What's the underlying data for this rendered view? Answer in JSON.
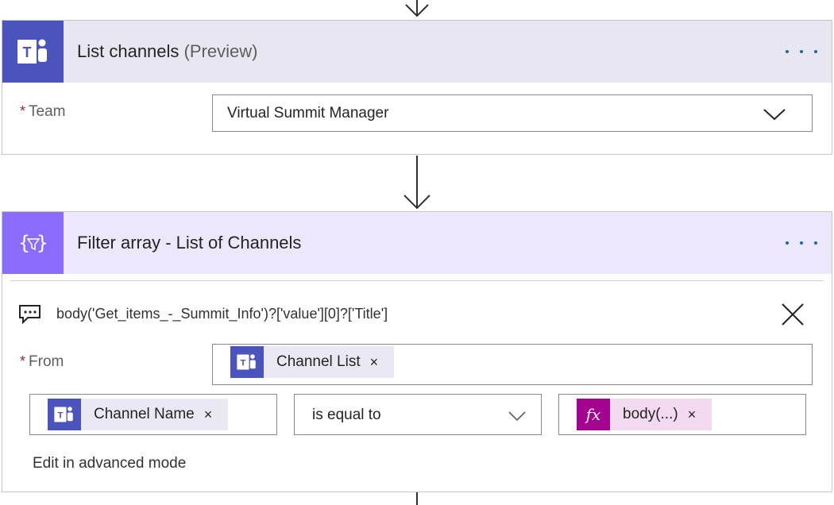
{
  "list_channels_card": {
    "title": "List channels",
    "title_suffix": "(Preview)",
    "icon": "teams-icon",
    "more_icon": "more-dots-icon",
    "team_field": {
      "required_mark": "*",
      "label": "Team",
      "value": "Virtual Summit Manager",
      "dropdown_icon": "chevron-down-icon"
    }
  },
  "filter_array_card": {
    "title": "Filter array - List of Channels",
    "icon": "filter-array-icon",
    "more_icon": "more-dots-icon",
    "comment": {
      "icon": "comment-icon",
      "text": "body('Get_items_-_Summit_Info')?['value'][0]?['Title']",
      "close_icon": "close-icon"
    },
    "from_field": {
      "required_mark": "*",
      "label": "From",
      "token": {
        "label": "Channel List",
        "remove": "×",
        "icon": "teams-icon"
      }
    },
    "condition": {
      "left_token": {
        "label": "Channel Name",
        "remove": "×",
        "icon": "teams-icon"
      },
      "operator": "is equal to",
      "operator_icon": "chevron-down-icon",
      "right_token": {
        "label": "body(...)",
        "remove": "×",
        "icon": "fx-icon",
        "glyph": "fx"
      }
    },
    "advanced_link": "Edit in advanced mode"
  },
  "colors": {
    "teams_purple": "#4b53bc",
    "filter_purple": "#8c6cff",
    "expression_magenta": "#a4038f",
    "required_red": "#a4262c",
    "link_blue": "#0f6cbd"
  }
}
